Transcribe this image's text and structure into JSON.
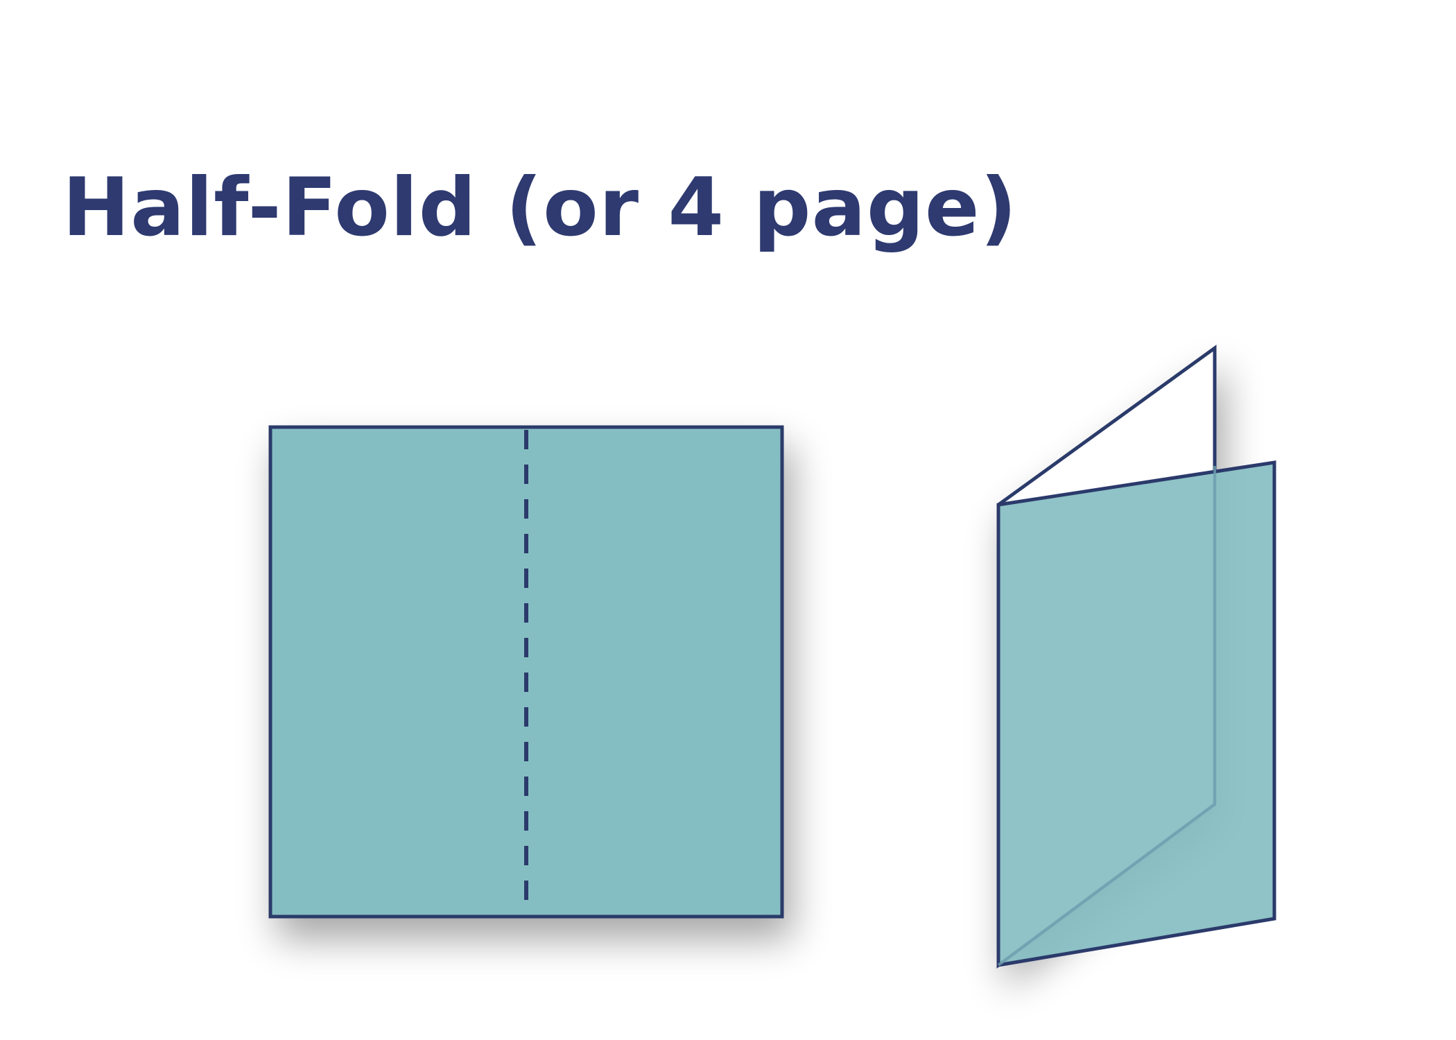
{
  "title": "Half-Fold (or 4 page)",
  "colors": {
    "title": "#2e3a70",
    "stroke": "#2b3a6b",
    "panel_fill": "#85bec2",
    "folded_fill": "#8bc0c4",
    "background": "#ffffff"
  },
  "figures": {
    "flat_sheet": {
      "fold_line": "dashed-center"
    },
    "folded_sheet": {
      "state": "half-open"
    }
  }
}
